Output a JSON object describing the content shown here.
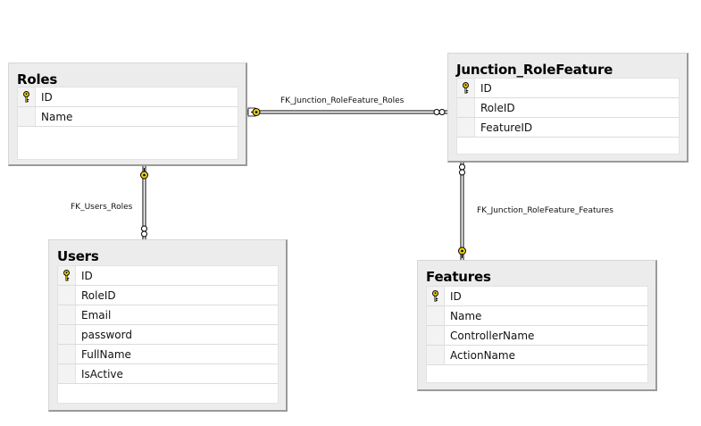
{
  "tables": {
    "roles": {
      "title": "Roles",
      "columns": [
        "ID",
        "Name"
      ]
    },
    "junction": {
      "title": "Junction_RoleFeature",
      "columns": [
        "ID",
        "RoleID",
        "FeatureID"
      ]
    },
    "users": {
      "title": "Users",
      "columns": [
        "ID",
        "RoleID",
        "Email",
        "password",
        "FullName",
        "IsActive"
      ]
    },
    "features": {
      "title": "Features",
      "columns": [
        "ID",
        "Name",
        "ControllerName",
        "ActionName"
      ]
    }
  },
  "relationships": {
    "roles_junction": "FK_Junction_RoleFeature_Roles",
    "users_roles": "FK_Users_Roles",
    "junction_features": "FK_Junction_RoleFeature_Features"
  },
  "colors": {
    "key": "#e6cc1a",
    "line": "#000000",
    "shadow": "#9a9a9a"
  },
  "icons": {
    "primary_key": "key-icon"
  }
}
